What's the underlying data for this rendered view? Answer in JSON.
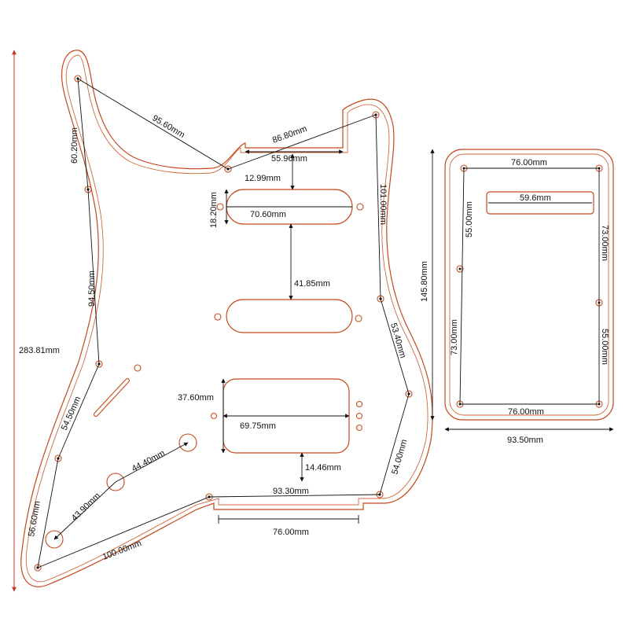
{
  "colors": {
    "outline": "#c5491c",
    "dimension_line": "#111111",
    "text": "#111111"
  },
  "pickguard": {
    "overall_height": "283.81mm",
    "labels": {
      "d_95_60": "95.60mm",
      "d_60_20": "60.20mm",
      "d_86_80": "86.80mm",
      "d_55_96": "55.96mm",
      "d_12_99": "12.99mm",
      "d_101_00": "101.00mm",
      "d_18_20": "18.20mm",
      "d_70_60": "70.60mm",
      "d_94_50": "94.50mm",
      "d_41_85": "41.85mm",
      "d_53_40": "53.40mm",
      "d_54_50": "54.50mm",
      "d_37_60": "37.60mm",
      "d_69_75": "69.75mm",
      "d_44_40": "44.40mm",
      "d_43_90": "43.90mm",
      "d_14_46": "14.46mm",
      "d_54_00": "54.00mm",
      "d_93_30": "93.30mm",
      "d_56_60": "56.60mm",
      "d_100_00": "100.00mm",
      "d_76_00": "76.00mm"
    }
  },
  "back_plate": {
    "labels": {
      "height": "145.80mm",
      "top_width": "76.00mm",
      "slot_width": "59.6mm",
      "left_upper": "55.00mm",
      "right_upper": "73.00mm",
      "left_lower": "73.00mm",
      "right_lower": "55.00mm",
      "bottom_width": "76.00mm",
      "overall_width": "93.50mm"
    }
  }
}
